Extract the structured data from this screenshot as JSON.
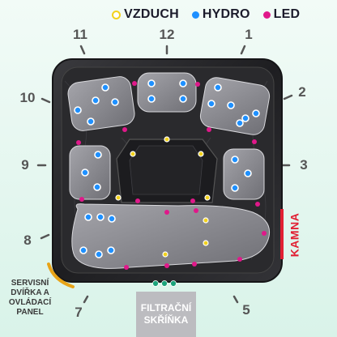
{
  "legend": {
    "air": {
      "label": "VZDUCH",
      "color": "#f2d21b"
    },
    "hydro": {
      "label": "HYDRO",
      "color": "#1e90ff"
    },
    "led": {
      "label": "LED",
      "color": "#e0188a"
    }
  },
  "clock": [
    "12",
    "1",
    "2",
    "3",
    "5",
    "7",
    "8",
    "9",
    "10",
    "11"
  ],
  "labels": {
    "stove": "KAMNA",
    "service_panel": "SERVISNÍ DVÍŘKA A OVLÁDACÍ PANEL",
    "filter_cabinet": "FILTRAČNÍ SKŘÍŇKA"
  },
  "colors": {
    "shell": "#2b2b2e",
    "seat": "#8d8d92",
    "kamna": "#e12033",
    "panel_arc": "#e8a317"
  }
}
